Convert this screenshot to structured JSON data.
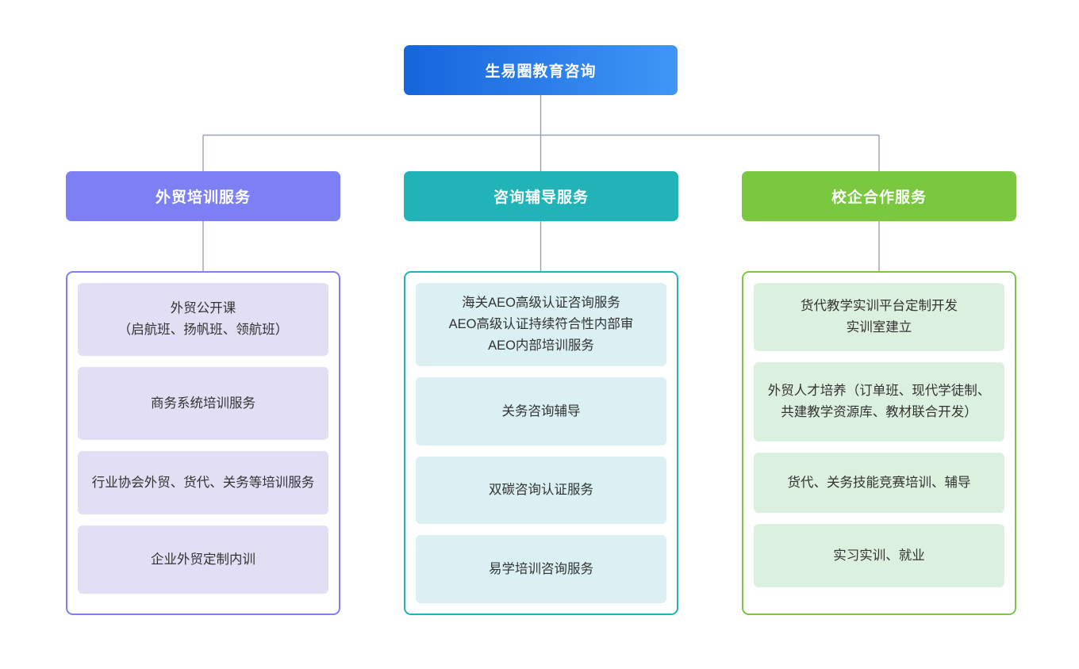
{
  "diagram": {
    "title": "生易圈教育咨询",
    "type": "organization-chart",
    "root": {
      "label": "生易圈教育咨询",
      "gradient_from": "#1565DC",
      "gradient_to": "#4096F5"
    },
    "connector_color": "#98A2B3",
    "item_text_color": "#333333",
    "branches": [
      {
        "label": "外贸培训服务",
        "header_color": "#7C80F2",
        "box_border_color": "#7C80F2",
        "item_fill": "#E2DFF4",
        "items": [
          {
            "label": "外贸公开课\n（启航班、扬帆班、领航班）"
          },
          {
            "label": "商务系统培训服务"
          },
          {
            "label": "行业协会外贸、货代、关务等培训服务"
          },
          {
            "label": "企业外贸定制内训"
          }
        ]
      },
      {
        "label": "咨询辅导服务",
        "header_color": "#21B3B8",
        "box_border_color": "#21B3B8",
        "item_fill": "#DAF0F2",
        "items": [
          {
            "label": "海关AEO高级认证咨询服务\nAEO高级认证持续符合性内部审\nAEO内部培训服务"
          },
          {
            "label": "关务咨询辅导"
          },
          {
            "label": "双碳咨询认证服务"
          },
          {
            "label": "易学培训咨询服务"
          }
        ]
      },
      {
        "label": "校企合作服务",
        "header_color": "#79C840",
        "box_border_color": "#79C840",
        "item_fill": "#DCF0DF",
        "items": [
          {
            "label": "货代教学实训平台定制开发\n实训室建立"
          },
          {
            "label": "外贸人才培养（订单班、现代学徒制、共建教学资源库、教材联合开发）"
          },
          {
            "label": "货代、关务技能竞赛培训、辅导"
          },
          {
            "label": "实习实训、就业"
          }
        ]
      }
    ]
  }
}
